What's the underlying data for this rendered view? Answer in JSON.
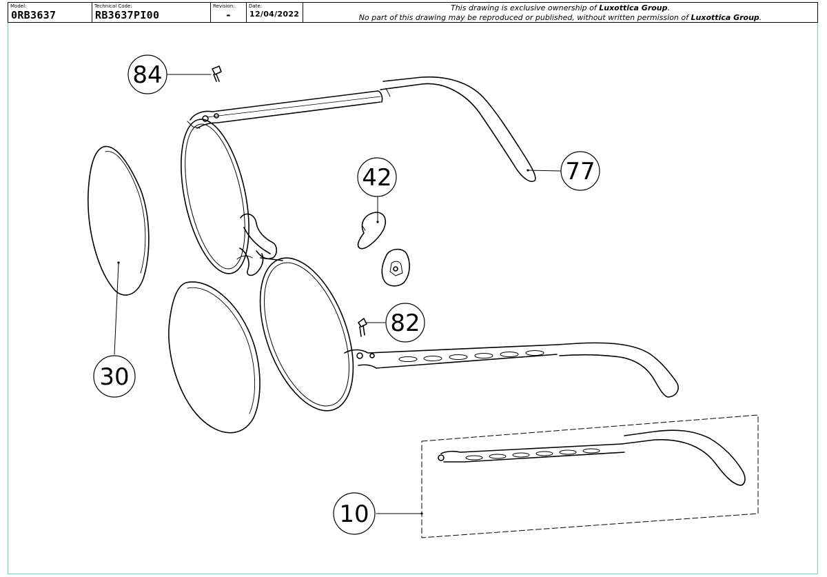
{
  "header": {
    "model_label": "Model:",
    "model_value": "0RB3637",
    "technical_code_label": "Technical Code:",
    "technical_code_value": "RB3637PI00",
    "revision_label": "Revision:",
    "revision_value": "-",
    "date_label": "Date:",
    "date_value": "12/04/2022",
    "notice_line1_pre": "This drawing is exclusive ownership of ",
    "notice_line1_brand": "Luxottica Group",
    "notice_line1_post": ".",
    "notice_line2_pre": "No part of this drawing may be reproduced or published, without written permission of ",
    "notice_line2_brand": "Luxottica Group",
    "notice_line2_post": "."
  },
  "callouts": [
    {
      "id": "84",
      "label": "84"
    },
    {
      "id": "77",
      "label": "77"
    },
    {
      "id": "42",
      "label": "42"
    },
    {
      "id": "82",
      "label": "82"
    },
    {
      "id": "30",
      "label": "30"
    },
    {
      "id": "10",
      "label": "10"
    }
  ],
  "colors": {
    "line": "#000000",
    "frame_border": "#7fc9c9",
    "background": "#ffffff"
  }
}
